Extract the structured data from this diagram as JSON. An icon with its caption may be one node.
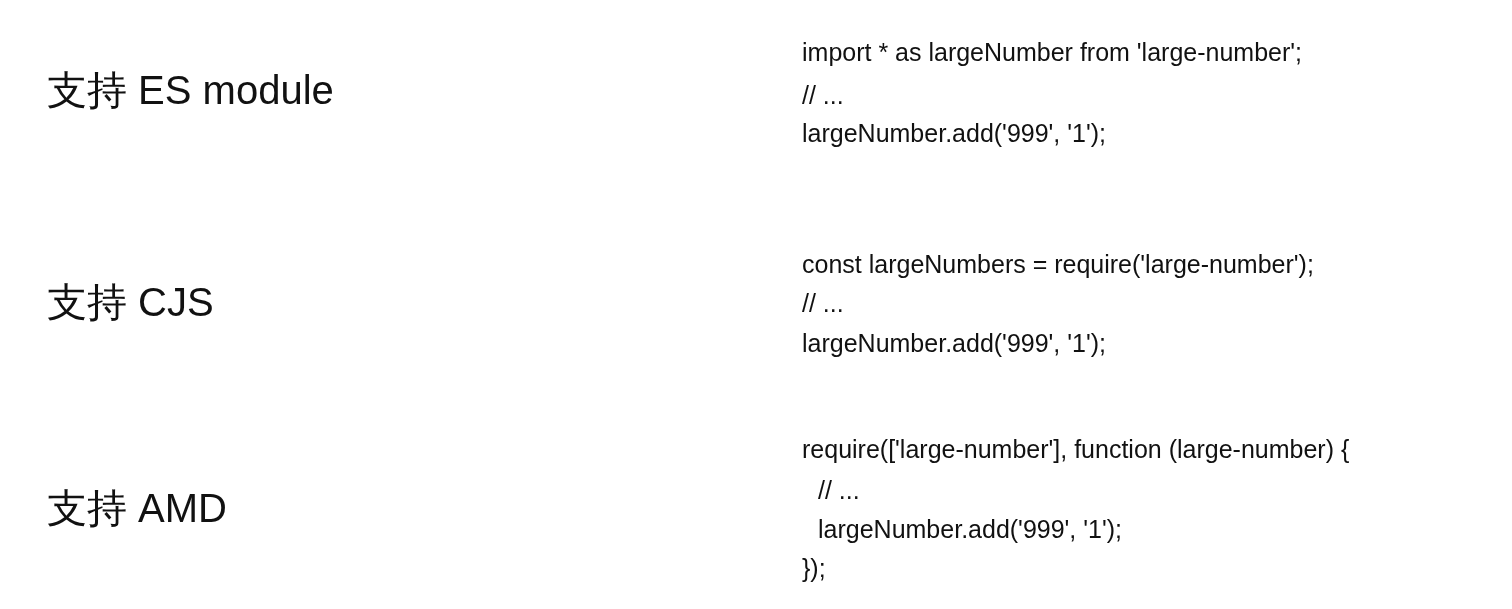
{
  "diagram": {
    "labels": [
      "import * as largeNumber from 'large-number';",
      "// ...",
      "largeNumber.add('999', '1');",
      "支持 ES module",
      "const largeNumbers = require('large-number');",
      "支持 CJS",
      "// ...",
      "largeNumber.add('999', '1');",
      "require(['large-number'], function (large-number) {",
      "// ...",
      "支持 AMD",
      "largeNumber.add('999', '1');",
      "});"
    ]
  }
}
